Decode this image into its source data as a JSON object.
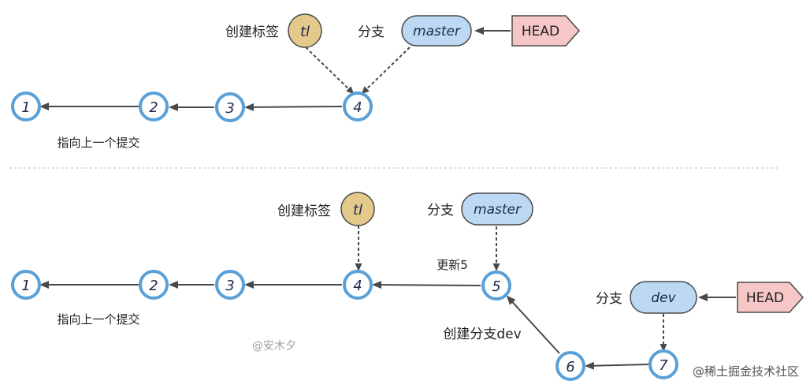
{
  "top": {
    "nodes": [
      "1",
      "2",
      "3",
      "4"
    ],
    "tag_caption": "创建标签",
    "tag_name": "tl",
    "branch_caption": "分支",
    "branch_name": "master",
    "head_label": "HEAD",
    "arrow_note": "指向上一个提交"
  },
  "bottom": {
    "nodes": [
      "1",
      "2",
      "3",
      "4",
      "5",
      "6",
      "7"
    ],
    "tag_caption": "创建标签",
    "tag_name": "tl",
    "master_caption": "分支",
    "master_name": "master",
    "update_note": "更新5",
    "dev_caption": "分支",
    "dev_name": "dev",
    "head_label": "HEAD",
    "create_dev_note": "创建分支dev",
    "arrow_note": "指向上一个提交"
  },
  "watermarks": {
    "author": "@安木夕",
    "site": "@稀土掘金技术社区"
  },
  "colors": {
    "node_ring": "#5aa0d8",
    "tag_fill": "#e3c98a",
    "branch_fill": "#bcd8f2",
    "head_fill": "#f7c6c6",
    "arrow": "#4a4a4a"
  }
}
